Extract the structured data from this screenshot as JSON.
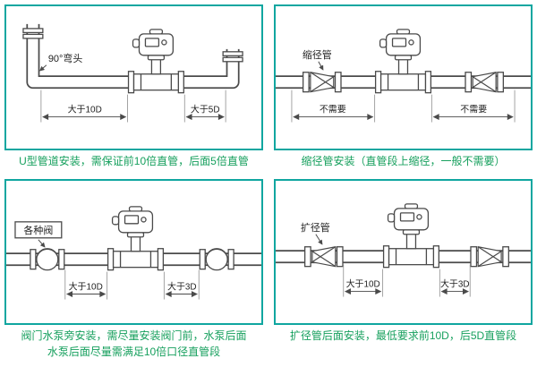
{
  "theme": {
    "accent": "#10a6a0",
    "caption": "#17a05e",
    "line": "#4a4a4a"
  },
  "panels": [
    {
      "id": "u-type-pipe-installation",
      "labels": {
        "elbow": "90°弯头",
        "dim_left": "大于10D",
        "dim_right": "大于5D"
      },
      "caption1": "U型管道安装，需保证前10倍直管，后面5倍直管"
    },
    {
      "id": "reducer-pipe-installation",
      "labels": {
        "part": "缩径管",
        "dim_left": "不需要",
        "dim_right": "不需要"
      },
      "caption1": "缩径管安装（直管段上缩径，一般不需要）"
    },
    {
      "id": "valve-pump-installation",
      "labels": {
        "part": "各种阀",
        "dim_left": "大于10D",
        "dim_right": "大于3D"
      },
      "caption1": "阀门水泵旁安装，需尽量安装阀门前，水泵后面",
      "caption2": "水泵后面尽量需满足10倍口径直管段"
    },
    {
      "id": "expander-pipe-installation",
      "labels": {
        "part": "扩径管",
        "dim_left": "大于10D",
        "dim_right": "大于3D"
      },
      "caption1": "扩径管后面安装，最低要求前10D，后5D直管段"
    }
  ]
}
